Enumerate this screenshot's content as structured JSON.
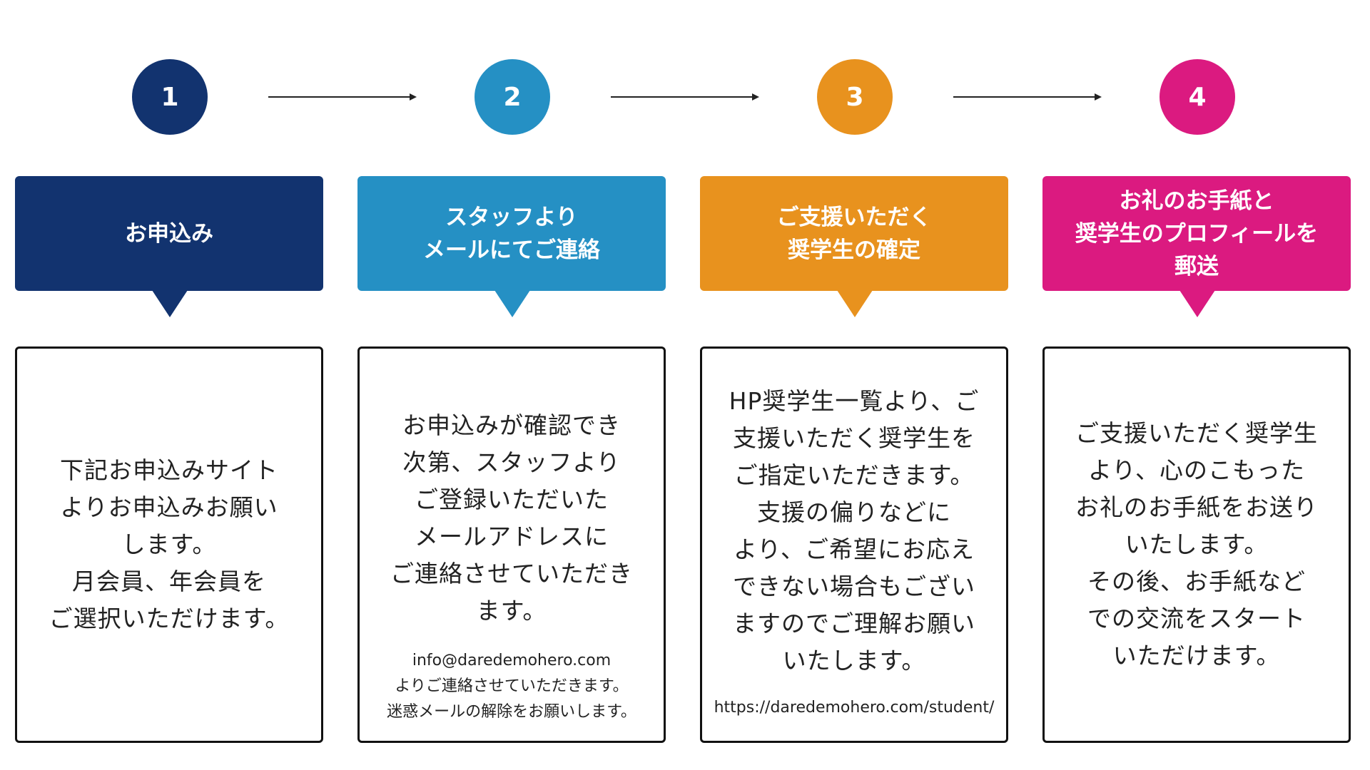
{
  "colors": {
    "step1": "#12336f",
    "step2": "#2590c4",
    "step3": "#e8921e",
    "step4": "#db1a80",
    "arrow": "#222222",
    "border": "#111111"
  },
  "steps": [
    {
      "number": "1",
      "title": "お申込み",
      "description": "下記お申込みサイト\nよりお申込みお願い\nします。\n月会員、年会員を\nご選択いただけます。",
      "note": ""
    },
    {
      "number": "2",
      "title": "スタッフより\nメールにてご連絡",
      "description": "お申込みが確認でき\n次第、スタッフより\nご登録いただいた\nメールアドレスに\nご連絡させていただき\nます。",
      "note": "info@daredemohero.com\nよりご連絡させていただきます。\n迷惑メールの解除をお願いします。"
    },
    {
      "number": "3",
      "title": "ご支援いただく\n奨学生の確定",
      "description": "HP奨学生一覧より、ご\n支援いただく奨学生を\nご指定いただきます。\n支援の偏りなどに\nより、ご希望にお応え\nできない場合もござい\nますのでご理解お願い\nいたします。",
      "note": "https://daredemohero.com/student/"
    },
    {
      "number": "4",
      "title": "お礼のお手紙と\n奨学生のプロフィールを\n郵送",
      "description": "ご支援いただく奨学生\nより、心のこもった\nお礼のお手紙をお送り\nいたします。\nその後、お手紙など\nでの交流をスタート\nいただけます。",
      "note": ""
    }
  ]
}
